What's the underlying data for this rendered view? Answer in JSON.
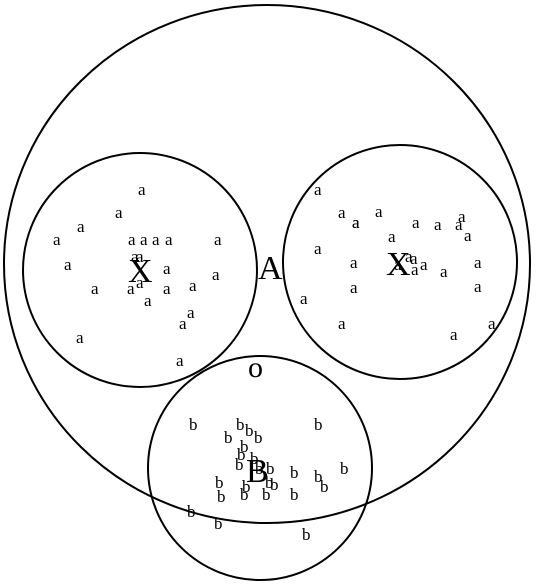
{
  "diagram": {
    "big_circle_label": "A",
    "left_circle_label": "X",
    "right_circle_label": "X",
    "bottom_circle_label": "B",
    "point_o_label": "o",
    "left_point_letter": "a",
    "right_point_letter": "a",
    "bottom_point_letter": "b",
    "left_point_count": 24,
    "right_point_count": 26,
    "bottom_point_count": 27,
    "stroke_color": "#000000",
    "background_color": "#ffffff"
  }
}
